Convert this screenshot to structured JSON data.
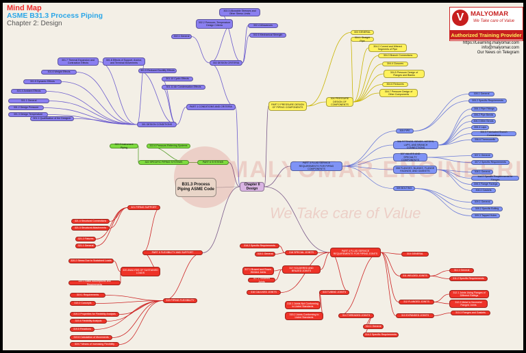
{
  "header": {
    "line1": "Mind Map",
    "line2": "ASME B31.3 Process Piping",
    "line3": "Chapter 2:  Design"
  },
  "brand": {
    "mark": "V",
    "name": "MALYOMAR",
    "tagline": "We Take care of Value",
    "badge": "Authorized Training Provider",
    "url": "https://Learning.malyomar.com",
    "email": "info@malyomar.com",
    "telegram": "Our News on Telegram",
    "watermark_name": "MALYOMAR ENGINEERING",
    "watermark_tag": "We Take care of Value"
  },
  "colors": {
    "purple": "#8a7ff0",
    "yellow": "#fff25c",
    "blue": "#7f93f6",
    "red": "#ee3328",
    "green": "#7fdc40",
    "center": "#d9b4e3",
    "root": "#e9d5c8"
  },
  "nodes": {
    "root": "B31.3 Process Piping ASME Code",
    "chapter": "Chapter II Design",
    "part1": "PART 1 CONDITIONS AND CRITERIA",
    "p1_301": "301 DESIGN CONDITIONS",
    "p1_302": "302 DESIGN CRITERIA",
    "p1_301_1": "301.1 General",
    "p1_301_2": "301.2 Design Pressure",
    "p1_301_3": "301.3 Design Temperature",
    "p1_301_4": "301.4 Ambient Effects",
    "p1_301_5": "301.5 Dynamic Effects",
    "p1_301_6": "301.6 Weight Effects",
    "p1_301_7": "301.7 Thermal Expansion and Contraction Effects",
    "p1_301_8": "301.8 Effects of Support, Anchor, and Terminal Movements",
    "p1_301_9": "301.9 Reduced Ductility Effects",
    "p1_301_10": "301.10 Cyclic Effects",
    "p1_301_11": "301.11 Air Condensation Effects",
    "p1_301_1b": "301.1 Qualification of the Designer",
    "p1_302_1": "302.1 General",
    "p1_302_2": "302.2 Pressure–Temperature Design Criteria",
    "p1_302_3": "302.3 Allowable Stresses and Other Stress Limits",
    "p1_302_4": "302.4 Allowances",
    "p1_302_5": "302.5 Mechanical Strength",
    "part2": "PART 2 PRESSURE DESIGN OF PIPING COMPONENTS",
    "p2_303": "303 GENERAL",
    "p2_304": "304 PRESSURE DESIGN OF COMPONENTS",
    "p2_304_1": "304.1 Straight Pipe",
    "p2_304_2": "304.2 Curved and Mitered Segments of Pipe",
    "p2_304_3": "304.3 Branch Connections",
    "p2_304_4": "304.4 Closures",
    "p2_304_5": "304.5 Pressure Design of Flanges and Blanks",
    "p2_304_6": "304.6 Reducers",
    "p2_304_7": "304.7 Pressure Design of Other Components",
    "part3": "PART 3 FLUID SERVICE REQUIREMENTS FOR PIPING COMPONENTS",
    "p3_305": "305 PIPE",
    "p3_306": "306 FITTINGS, BENDS, MITERS, LAPS, AND BRANCH CONNECTIONS",
    "p3_307": "307 VALVES AND SPECIALTY COMPONENTS",
    "p3_308": "308 FLANGES, BLANKS, FLANGE FACINGS, AND GASKETS",
    "p3_309": "309 BOLTING",
    "p3_305_1": "305.1 General",
    "p3_305_2": "305.2 Specific Requirements",
    "p3_306_1": "306.1 Pipe Fittings",
    "p3_306_2": "306.2 Pipe Bends",
    "p3_306_3": "306.3 Miter Bends",
    "p3_306_4": "306.4 Laps",
    "p3_306_5": "306.5 Fabricated Branch Connections",
    "p3_306_6": "306.6 Thermowells",
    "p3_307_1": "307.1 General",
    "p3_307_2": "307.2 Specific Requirements",
    "p3_308_1": "308.1 General",
    "p3_308_2": "308.2 Specific Requirements for Flanges",
    "p3_308_3": "308.3 Flange Facings",
    "p3_308_4": "308.4 Gaskets",
    "p3_309_1": "309.1 General",
    "p3_309_2": "309.2 Specific Bolting",
    "p3_309_3": "309.3 Tapped Holes",
    "part4": "PART 4 FLUID SERVICE REQUIREMENTS FOR PIPING JOINTS",
    "p4_310": "310 GENERAL",
    "p4_311": "311 WELDED JOINTS",
    "p4_311_1": "311.1 General",
    "p4_311_2": "311.2 Specific Requirements",
    "p4_312": "312 FLANGED JOINTS",
    "p4_312_1": "312.1 Joints Using Flanges of Different Ratings",
    "p4_312_2": "312.2 Metal to Nonmetal Flanged Joints",
    "p4_313": "313 EXPANDED JOINTS",
    "p4_313b": "313.3 Flanges and Gaskets",
    "p4_314": "314 THREADED JOINTS",
    "p4_314_1": "314.1 General",
    "p4_314_2": "314.2 Specific Requirements",
    "p4_315": "315 TUBING JOINTS",
    "p4_315_1": "315.1 Joints Not Conforming to Listed Standards",
    "p4_315_2": "315.2 Joints Conforming to Listed Standards",
    "p4_316": "316 CAULKED JOINTS",
    "p4_317": "317 SOLDERED AND BRAZED JOINTS",
    "p4_317_1": "317.1 Brazed and Braze-Welded Joints",
    "p4_317_2": "317.2 Soldered Joints",
    "p4_318": "318 SPECIAL JOINTS",
    "p4_318_1": "318.1 General",
    "p4_318_2": "318.2 Specific Requirements",
    "part5": "PART 5 FLEXIBILITY AND SUPPORT",
    "p5_321": "321 PIPING SUPPORT",
    "p5_321_1": "321.1 General",
    "p5_321_2": "321.2 Fixtures",
    "p5_321_3": "321.3 Structural Attachments",
    "p5_321_4": "321.4 Structural Connections",
    "p5_320": "320 ANALYSIS OF SUSTAINED LOADS",
    "p5_320_1": "320.1 Basic Assumptions and Requirements",
    "p5_320_2": "320.2 Stress Due to Sustained Loads",
    "p5_319": "319 PIPING FLEXIBILITY",
    "p5_319_1": "319.1 Requirements",
    "p5_319_2": "319.2 Concepts",
    "p5_319_3": "319.3 Properties for Flexibility Analysis",
    "p5_319_4": "319.4 Flexibility Analysis",
    "p5_319_5": "319.5 Reactions",
    "p5_319_6": "319.6 Calculation of Movements",
    "p5_319_7": "319.7 Means of Increasing Flexibility",
    "part6": "PART 6 SYSTEMS",
    "p6_322": "322 SPECIFIC PIPING SYSTEMS",
    "p6_322_3": "322.3 Instrument Piping",
    "p6_322_6": "322.6 Pressure-Relieving Systems"
  }
}
